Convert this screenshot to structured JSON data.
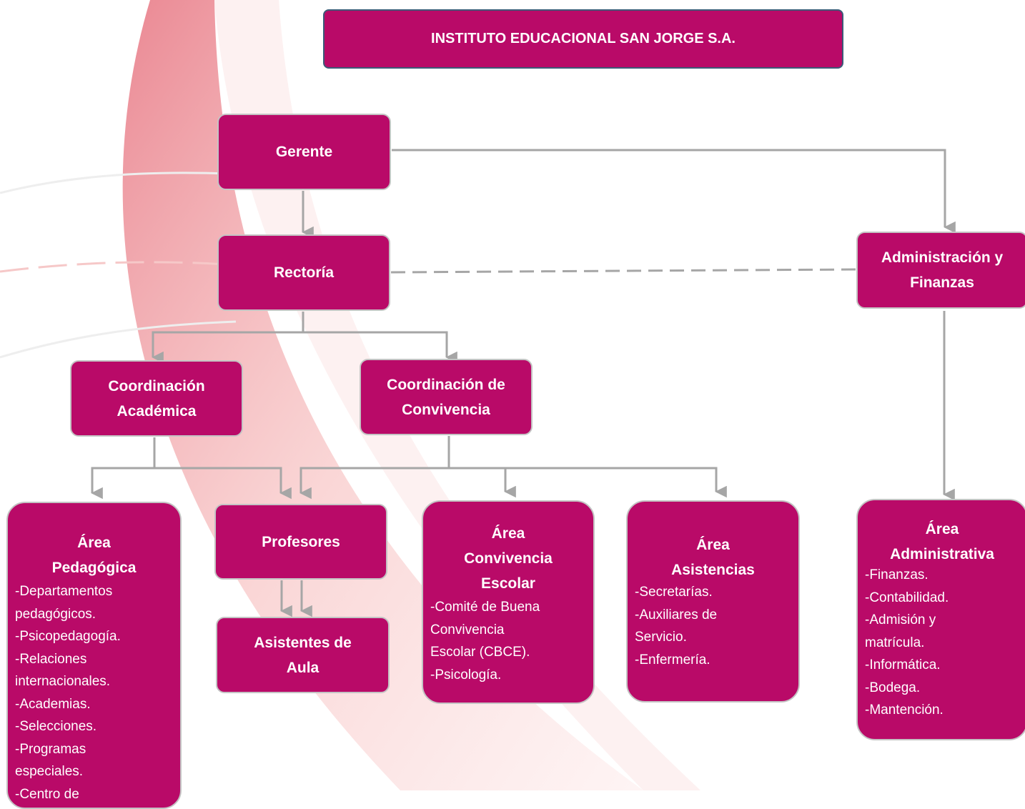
{
  "header": {
    "title": "INSTITUTO EDUCACIONAL SAN JORGE S.A."
  },
  "nodes": {
    "gerente": "Gerente",
    "rectoria": "Rectoría",
    "admin_finanzas": [
      "Administración y",
      "Finanzas"
    ],
    "coord_academica": [
      "Coordinación",
      "Académica"
    ],
    "coord_convivencia": [
      "Coordinación de",
      "Convivencia"
    ],
    "profesores": "Profesores",
    "asistentes_aula": [
      "Asistentes de",
      "Aula"
    ]
  },
  "areas": {
    "pedagogica": {
      "title": [
        "Área",
        "Pedagógica"
      ],
      "items": [
        "-Departamentos",
        "pedagógicos.",
        "-Psicopedagogía.",
        "-Relaciones",
        "internacionales.",
        "-Academias.",
        "-Selecciones.",
        "-Programas",
        "especiales.",
        "-Centro de"
      ]
    },
    "convivencia": {
      "title": [
        "Área",
        "Convivencia",
        "Escolar"
      ],
      "items": [
        "-Comité de Buena",
        "Convivencia",
        "Escolar (CBCE).",
        "-Psicología."
      ]
    },
    "asistencias": {
      "title": [
        "Área",
        "Asistencias"
      ],
      "items": [
        "-Secretarías.",
        "-Auxiliares de",
        "Servicio.",
        "-Enfermería."
      ]
    },
    "administrativa": {
      "title": [
        "Área",
        "Administrativa"
      ],
      "items": [
        "-Finanzas.",
        "-Contabilidad.",
        "-Admisión y",
        "matrícula.",
        "-Informática.",
        "-Bodega.",
        "-Mantención."
      ]
    }
  },
  "colors": {
    "box_fill": "#b90a68",
    "box_border": "#c4c4c4",
    "title_border": "#3c5a78",
    "connector": "#a6a6a6",
    "background_accent": "#e25a5a"
  }
}
